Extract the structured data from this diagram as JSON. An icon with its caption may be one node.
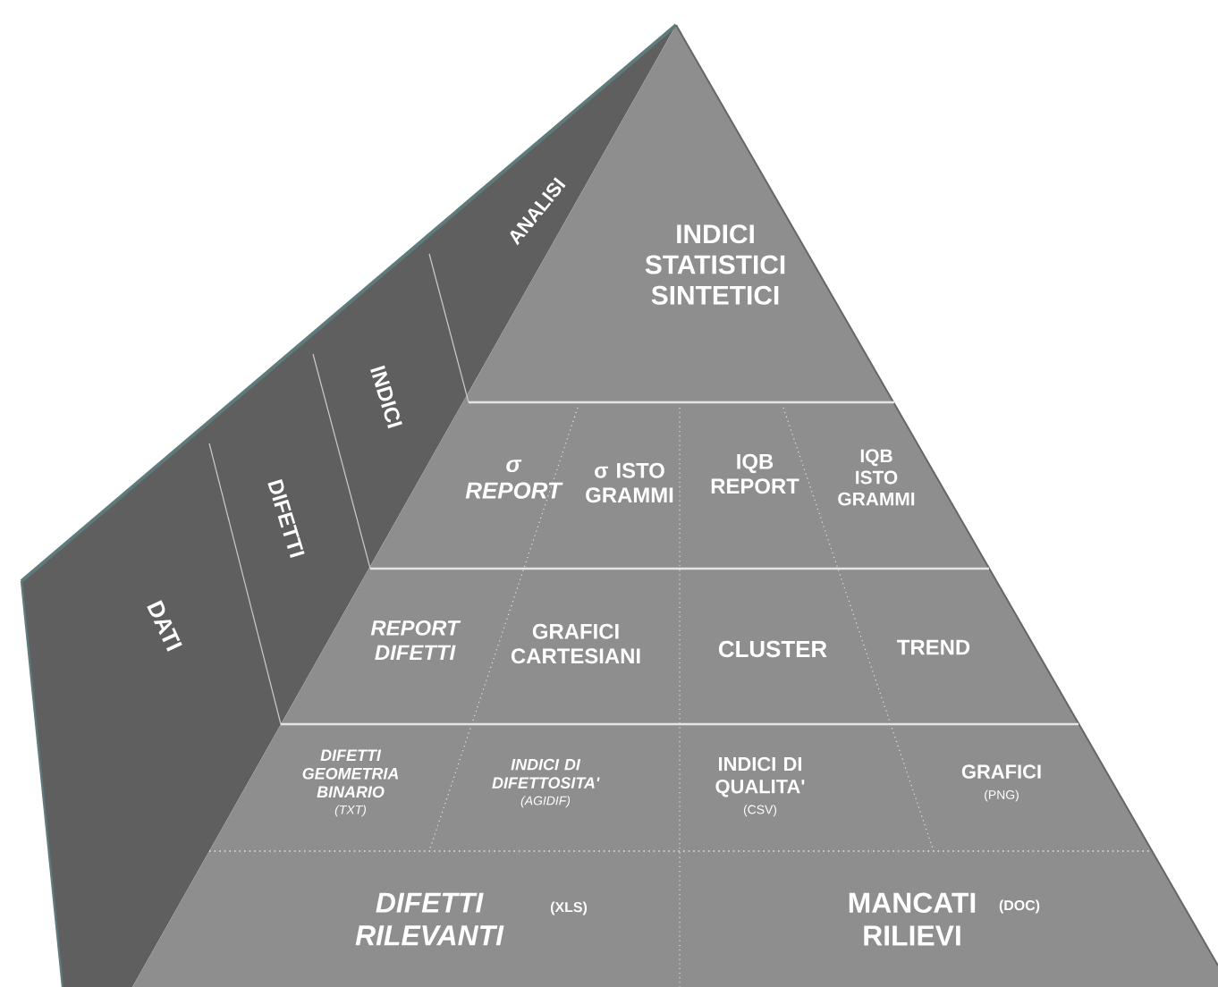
{
  "diagram": {
    "nodes": [
      {
        "text": [
          "ANALISI"
        ]
      },
      {
        "text": [
          "INDICI"
        ]
      },
      {
        "text": [
          "DIFETTI"
        ]
      },
      {
        "text": [
          "DATI"
        ]
      },
      {
        "text": [
          "INDICI STATISTICI SINTETICI"
        ]
      },
      {
        "text": [
          "σ REPORT"
        ]
      },
      {
        "text": [
          "σ ISTO GRAMMI"
        ]
      },
      {
        "text": [
          "IQB REPORT"
        ]
      },
      {
        "text": [
          "IQB ISTO GRAMMI"
        ]
      },
      {
        "text": [
          "REPORT DIFETTI"
        ]
      },
      {
        "text": [
          "GRAFICI CARTESIANI"
        ]
      },
      {
        "text": [
          "CLUSTER"
        ]
      },
      {
        "text": [
          "TREND"
        ]
      },
      {
        "text": [
          "DIFETTI GEOMETRIA BINARIO",
          "(TXT)"
        ]
      },
      {
        "text": [
          "INDICI DI DIFETTOSITA'",
          "(AGIDIF)"
        ]
      },
      {
        "text": [
          "INDICI DI QUALITA'",
          "(CSV)"
        ]
      },
      {
        "text": [
          "GRAFICI",
          "(PNG)"
        ]
      },
      {
        "text": [
          "DIFETTI RILEVANTI"
        ],
        "beside": [
          "(XLS)"
        ]
      },
      {
        "text": [
          "MANCATI RILIEVI"
        ],
        "beside": [
          "(DOC)"
        ]
      }
    ]
  }
}
